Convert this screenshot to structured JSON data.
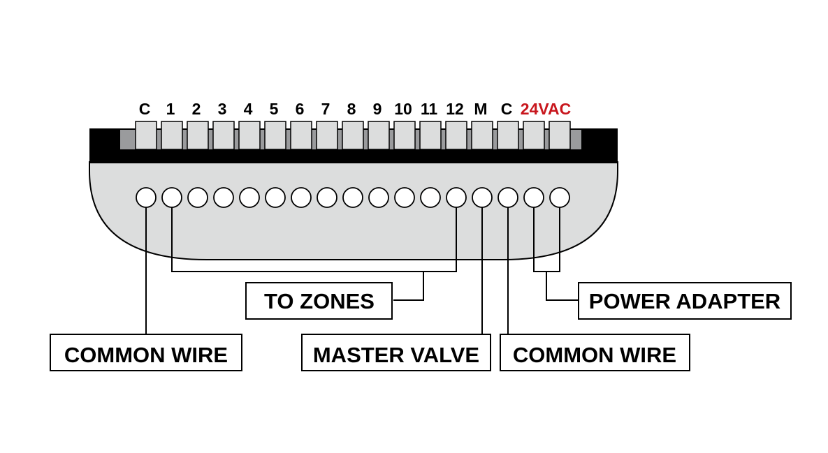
{
  "colors": {
    "housing_fill": "#dcdddd",
    "housing_band": "#000000",
    "terminal_strip": "#9a9b9d",
    "terminal_block": "#dcdddd",
    "label_default": "#000000",
    "label_power": "#c8161d",
    "wire": "#000000",
    "background": "#ffffff"
  },
  "terminals": [
    {
      "label": "C",
      "color": "#000000"
    },
    {
      "label": "1",
      "color": "#000000"
    },
    {
      "label": "2",
      "color": "#000000"
    },
    {
      "label": "3",
      "color": "#000000"
    },
    {
      "label": "4",
      "color": "#000000"
    },
    {
      "label": "5",
      "color": "#000000"
    },
    {
      "label": "6",
      "color": "#000000"
    },
    {
      "label": "7",
      "color": "#000000"
    },
    {
      "label": "8",
      "color": "#000000"
    },
    {
      "label": "9",
      "color": "#000000"
    },
    {
      "label": "10",
      "color": "#000000"
    },
    {
      "label": "11",
      "color": "#000000"
    },
    {
      "label": "12",
      "color": "#000000"
    },
    {
      "label": "M",
      "color": "#000000"
    },
    {
      "label": "C",
      "color": "#000000"
    }
  ],
  "power_terminal_label": "24VAC",
  "callouts": {
    "to_zones": "TO ZONES",
    "power_adapter": "POWER ADAPTER",
    "common_wire_left": "COMMON WIRE",
    "master_valve": "MASTER VALVE",
    "common_wire_right": "COMMON WIRE"
  }
}
